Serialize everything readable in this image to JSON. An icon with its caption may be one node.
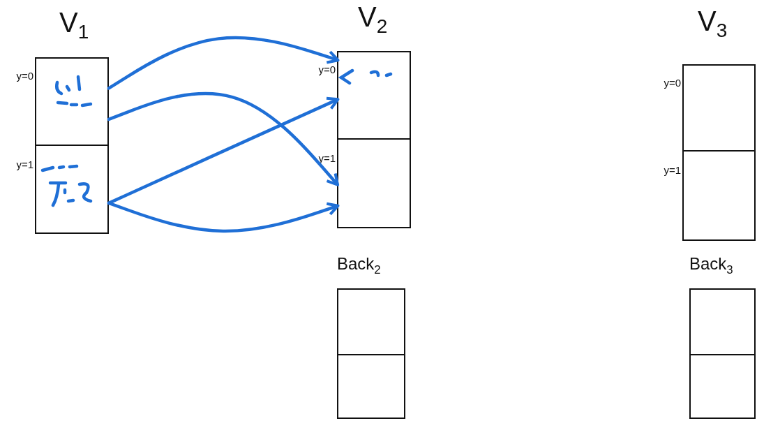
{
  "diagram": {
    "nodes": [
      {
        "text": [
          "V$_{1}$"
        ]
      },
      {
        "text": [],
        "shape": "box",
        "in": 0,
        "beside": [
          "y=0"
        ]
      },
      {
        "text": [],
        "shape": "box",
        "in": 0,
        "beside": [
          "y=1"
        ]
      },
      {
        "text": [
          "V$_{2}$"
        ]
      },
      {
        "text": [],
        "shape": "box",
        "in": 3,
        "beside": [
          "y=0"
        ]
      },
      {
        "text": [],
        "shape": "box",
        "in": 3,
        "beside": [
          "y=1"
        ]
      },
      {
        "text": [
          "V$_{3}$"
        ]
      },
      {
        "text": [],
        "shape": "box",
        "in": 6,
        "beside": [
          "y=0"
        ]
      },
      {
        "text": [],
        "shape": "box",
        "in": 6,
        "beside": [
          "y=1"
        ]
      },
      {
        "text": [
          "Back$_{2}$"
        ]
      },
      {
        "text": [],
        "shape": "box",
        "in": 9
      },
      {
        "text": [],
        "shape": "box",
        "in": 9
      },
      {
        "text": [
          "Back$_{3}$"
        ]
      },
      {
        "text": [],
        "shape": "box",
        "in": 12
      },
      {
        "text": [],
        "shape": "box",
        "in": 12
      }
    ],
    "edges": [
      {
        "from": 1,
        "to": 4,
        "arrow": "to"
      },
      {
        "from": 1,
        "to": 5,
        "arrow": "to"
      },
      {
        "from": 2,
        "to": 4,
        "arrow": "to"
      },
      {
        "from": 2,
        "to": 5,
        "arrow": "to"
      }
    ]
  }
}
